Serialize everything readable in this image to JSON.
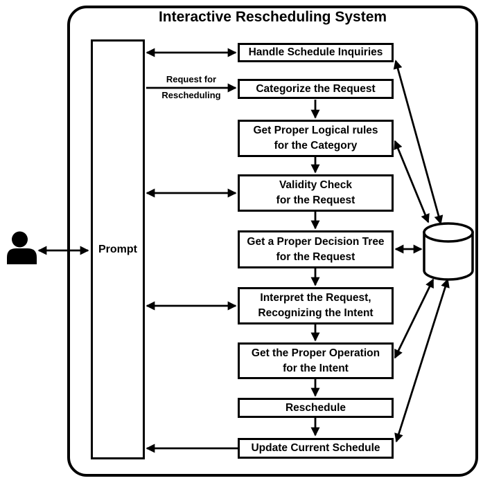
{
  "diagram": {
    "title": "Interactive Rescheduling System",
    "actor": {
      "name": "user",
      "icon": "person-icon"
    },
    "prompt": {
      "label": "Prompt"
    },
    "database": {
      "name": "knowledge-database",
      "icon": "database-cylinder-icon"
    },
    "steps": [
      {
        "id": "handle-schedule-inquiries",
        "label": "Handle Schedule Inquiries"
      },
      {
        "id": "categorize-the-request",
        "label": "Categorize the Request"
      },
      {
        "id": "get-proper-logical-rules",
        "label": "Get Proper Logical rules\nfor the Category"
      },
      {
        "id": "validity-check",
        "label": "Validity Check\nfor the Request"
      },
      {
        "id": "get-proper-decision-tree",
        "label": "Get a Proper Decision Tree\nfor the Request"
      },
      {
        "id": "interpret-the-request",
        "label": "Interpret the Request,\nRecognizing the Intent"
      },
      {
        "id": "get-proper-operation",
        "label": "Get the Proper Operation\nfor the Intent"
      },
      {
        "id": "reschedule",
        "label": "Reschedule"
      },
      {
        "id": "update-current-schedule",
        "label": "Update Current Schedule"
      }
    ],
    "edge_label": "Request for\nRescheduling",
    "edges": [
      {
        "from": "user",
        "to": "prompt",
        "direction": "both"
      },
      {
        "from": "prompt",
        "to": "handle-schedule-inquiries",
        "direction": "both"
      },
      {
        "from": "prompt",
        "to": "categorize-the-request",
        "direction": "forward",
        "label": "Request for Rescheduling"
      },
      {
        "from": "categorize-the-request",
        "to": "get-proper-logical-rules",
        "direction": "forward"
      },
      {
        "from": "get-proper-logical-rules",
        "to": "validity-check",
        "direction": "forward"
      },
      {
        "from": "prompt",
        "to": "validity-check",
        "direction": "both"
      },
      {
        "from": "validity-check",
        "to": "get-proper-decision-tree",
        "direction": "forward"
      },
      {
        "from": "get-proper-decision-tree",
        "to": "interpret-the-request",
        "direction": "forward"
      },
      {
        "from": "prompt",
        "to": "interpret-the-request",
        "direction": "both"
      },
      {
        "from": "interpret-the-request",
        "to": "get-proper-operation",
        "direction": "forward"
      },
      {
        "from": "get-proper-operation",
        "to": "reschedule",
        "direction": "forward"
      },
      {
        "from": "reschedule",
        "to": "update-current-schedule",
        "direction": "forward"
      },
      {
        "from": "update-current-schedule",
        "to": "prompt",
        "direction": "forward"
      },
      {
        "from": "handle-schedule-inquiries",
        "to": "knowledge-database",
        "direction": "both"
      },
      {
        "from": "get-proper-logical-rules",
        "to": "knowledge-database",
        "direction": "both"
      },
      {
        "from": "get-proper-decision-tree",
        "to": "knowledge-database",
        "direction": "both"
      },
      {
        "from": "get-proper-operation",
        "to": "knowledge-database",
        "direction": "both"
      },
      {
        "from": "update-current-schedule",
        "to": "knowledge-database",
        "direction": "both"
      }
    ],
    "colors": {
      "line": "#000000",
      "background": "#ffffff"
    }
  }
}
